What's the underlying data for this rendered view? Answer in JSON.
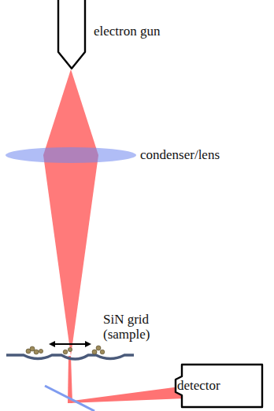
{
  "diagram": {
    "nodes": [
      {
        "text": [
          "electron gun"
        ]
      },
      {
        "text": [
          "detector"
        ]
      }
    ],
    "labels": [
      "condenser/lens",
      "SiN grid (sample)"
    ]
  }
}
